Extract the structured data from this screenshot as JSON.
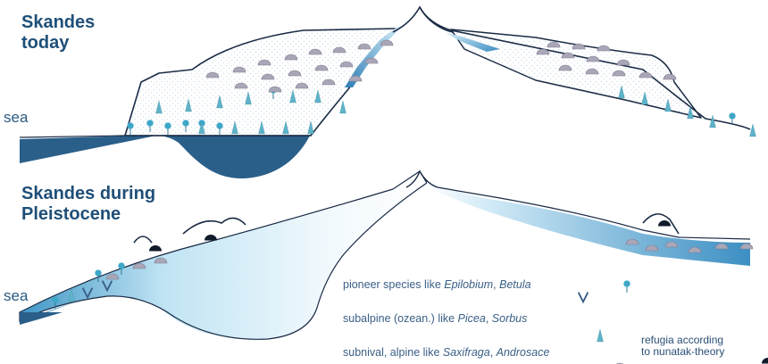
{
  "titles": {
    "today": [
      "Skandes",
      "today"
    ],
    "pleistocene": [
      "Skandes during",
      "Pleistocene"
    ]
  },
  "sea_label": "sea",
  "legend": {
    "pioneer_prefix": "pioneer species like ",
    "pioneer_taxa": [
      "Epilobium",
      "Betula"
    ],
    "subalpine_prefix": "subalpine (ozean.) like ",
    "subalpine_taxa": [
      "Picea",
      "Sorbus"
    ],
    "subnival_prefix": "subnival, alpine like ",
    "subnival_taxa": [
      "Saxifraga",
      "Androsace"
    ],
    "separator": ", ",
    "refugia": [
      "refugia according",
      "to nunatak-theory"
    ]
  },
  "colors": {
    "sea_dark": "#2a5f8a",
    "ice_light": "#d6eef8",
    "ice_mid": "#8fcbe6",
    "ice_edge": "#3b8fc2",
    "outline": "#1a2b45",
    "pioneer": "#3ea7c8",
    "subalpine": "#5fb3c8",
    "subnival": "#a9a7b7",
    "refugia": "#101a2a"
  }
}
